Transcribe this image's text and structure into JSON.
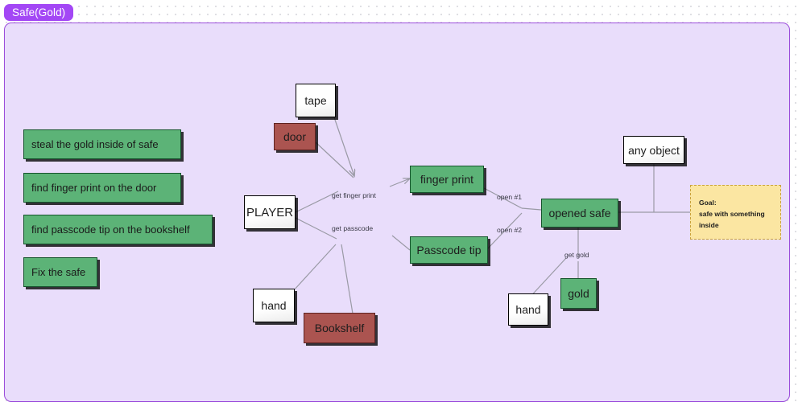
{
  "title": {
    "badge_label": "Safe(Gold)"
  },
  "colors": {
    "canvas_bg": "#e9ddfb",
    "canvas_border": "#9b4ddb",
    "badge_bg": "#a347f5",
    "node_green": "#5cb377",
    "node_green_border": "#15542c",
    "node_red": "#ab5450",
    "node_red_border": "#5e2220",
    "node_white": "#ffffff",
    "goal_bg": "#fbe6a2",
    "goal_border": "#c9a23c",
    "edge_line": "#9a9aa5"
  },
  "tasks": [
    {
      "label": "steal the gold inside of safe"
    },
    {
      "label": "find finger print on the door"
    },
    {
      "label": "find passcode tip on the bookshelf"
    },
    {
      "label": "Fix the safe"
    }
  ],
  "nodes": {
    "tape": {
      "label": "tape",
      "type": "white"
    },
    "door": {
      "label": "door",
      "type": "red"
    },
    "player": {
      "label": "PLAYER",
      "type": "white"
    },
    "finger_print": {
      "label": "finger print",
      "type": "green"
    },
    "passcode_tip": {
      "label": "Passcode tip",
      "type": "green"
    },
    "hand_left": {
      "label": "hand",
      "type": "white"
    },
    "bookshelf": {
      "label": "Bookshelf",
      "type": "red"
    },
    "opened_safe": {
      "label": "opened safe",
      "type": "green"
    },
    "any_object": {
      "label": "any object",
      "type": "white"
    },
    "gold": {
      "label": "gold",
      "type": "green"
    },
    "hand_right": {
      "label": "hand",
      "type": "white"
    }
  },
  "edge_labels": {
    "get_finger_print": "get finger print",
    "get_passcode": "get passcode",
    "open_1": "open #1",
    "open_2": "open #2",
    "get_gold": "get gold"
  },
  "goal_note": {
    "line1": "Goal:",
    "line2": "safe with something",
    "line3": "inside"
  }
}
